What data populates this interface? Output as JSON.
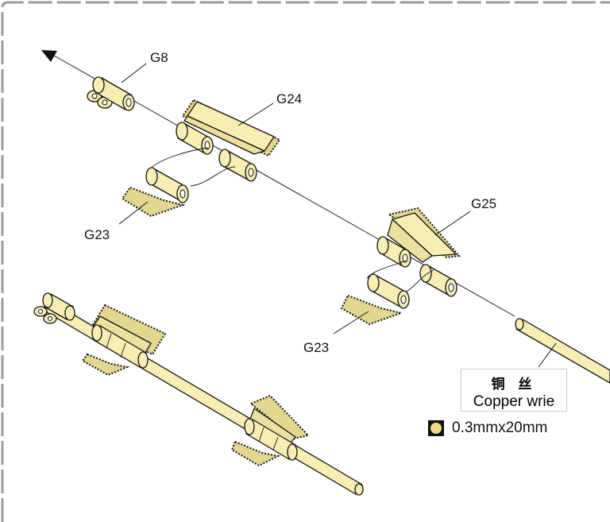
{
  "labels": {
    "g8": "G8",
    "g24": "G24",
    "g23_top": "G23",
    "g25": "G25",
    "g23_bottom": "G23"
  },
  "material": {
    "name_cn": "铜 丝",
    "name_en": "Copper wrie",
    "spec": "0.3mmx20mm",
    "swatch_color": "#f5d987"
  },
  "colors": {
    "part_fill": "#f8eeb4",
    "frame": "#9a9a9a"
  }
}
